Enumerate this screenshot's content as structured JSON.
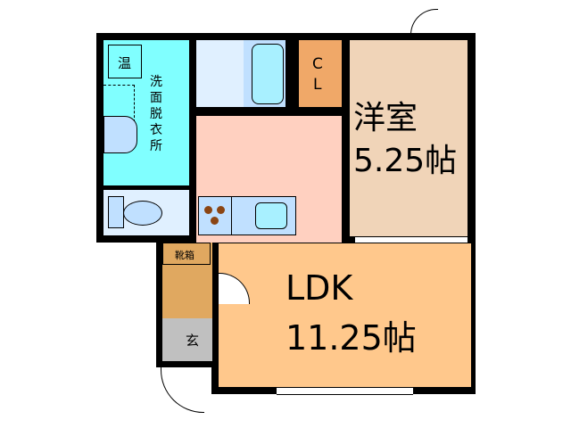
{
  "rooms": {
    "western": {
      "name": "洋室",
      "size": "5.25帖",
      "color": "#f0d4b8"
    },
    "ldk": {
      "name": "LDK",
      "size": "11.25帖",
      "color": "#ffc88c"
    },
    "closet": {
      "name_top": "C",
      "name_bottom": "L",
      "color": "#f0a868"
    },
    "washroom": {
      "name": "洗面脱衣所",
      "color": "#80ffff"
    },
    "water_heater": {
      "name": "温"
    },
    "shoe_box": {
      "name": "靴箱",
      "color": "#e0a860"
    },
    "entrance": {
      "name": "玄",
      "color": "#c0c0c0"
    },
    "kitchen": {
      "color": "#ffd0c0"
    },
    "bath": {
      "color": "#e0f0ff"
    }
  }
}
